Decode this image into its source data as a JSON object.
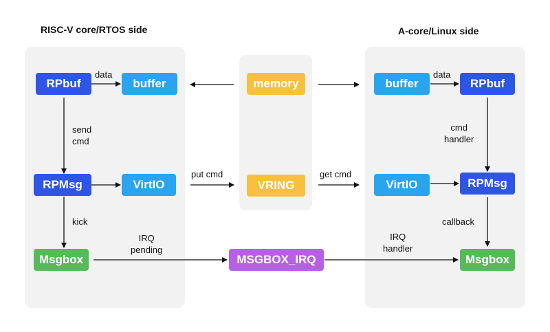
{
  "titles": {
    "left": "RISC-V core/RTOS side",
    "right": "A-core/Linux side"
  },
  "nodes": {
    "left_rpbuf": "RPbuf",
    "left_buffer": "buffer",
    "left_rpmsg": "RPMsg",
    "left_virtio": "VirtIO",
    "left_msgbox": "Msgbox",
    "memory": "memory",
    "vring": "VRING",
    "msgbox_irq": "MSGBOX_IRQ",
    "right_buffer": "buffer",
    "right_rpbuf": "RPbuf",
    "right_virtio": "VirtIO",
    "right_rpmsg": "RPMsg",
    "right_msgbox": "Msgbox"
  },
  "labels": {
    "left_data": "data",
    "send_cmd": "send\ncmd",
    "kick": "kick",
    "irq_pending": "IRQ\npending",
    "put_cmd": "put cmd",
    "get_cmd": "get cmd",
    "right_data": "data",
    "cmd_handler": "cmd\nhandler",
    "callback": "callback",
    "irq_handler": "IRQ\nhandler"
  },
  "colors": {
    "rp_blue": "#2f55e6",
    "light_blue": "#2aa4ee",
    "yellow": "#f9c03f",
    "green": "#56ba5a",
    "purple": "#b660e4",
    "panel": "#f2f2f2",
    "arrow": "#111111"
  }
}
